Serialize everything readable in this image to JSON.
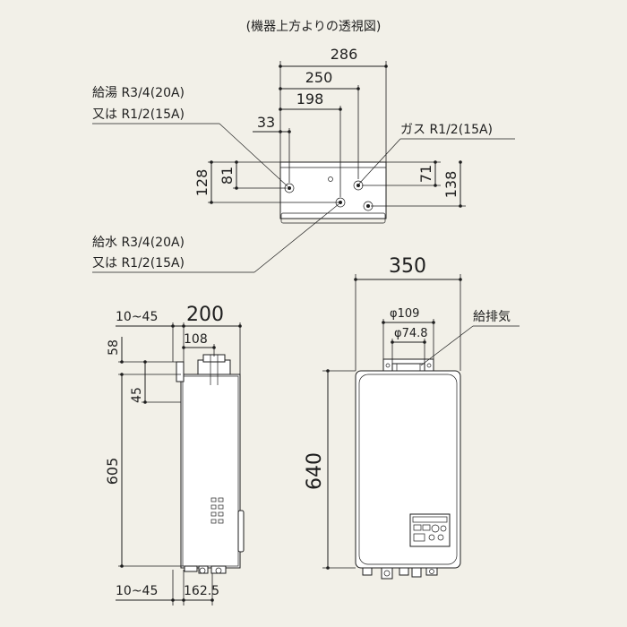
{
  "top_view": {
    "caption": "(機器上方よりの透視図)",
    "dim_286": "286",
    "dim_250": "250",
    "dim_198": "198",
    "dim_33": "33",
    "dim_128": "128",
    "dim_81": "81",
    "dim_71": "71",
    "dim_138": "138",
    "hot_water_line1": "給湯 R3/4(20A)",
    "hot_water_line2": "又は R1/2(15A)",
    "gas_label": "ガス R1/2(15A)",
    "cold_water_line1": "給水 R3/4(20A)",
    "cold_water_line2": "又は R1/2(15A)"
  },
  "side_view": {
    "top_offset": "10~45",
    "depth": "200",
    "flue_offset": "108",
    "dim_58": "58",
    "dim_45": "45",
    "dim_605": "605",
    "bottom_offset": "10~45",
    "dim_162_5": "162.5"
  },
  "front_view": {
    "width": "350",
    "flue_outer": "φ109",
    "flue_inner": "φ74.8",
    "flue_label": "給排気",
    "height": "640"
  }
}
